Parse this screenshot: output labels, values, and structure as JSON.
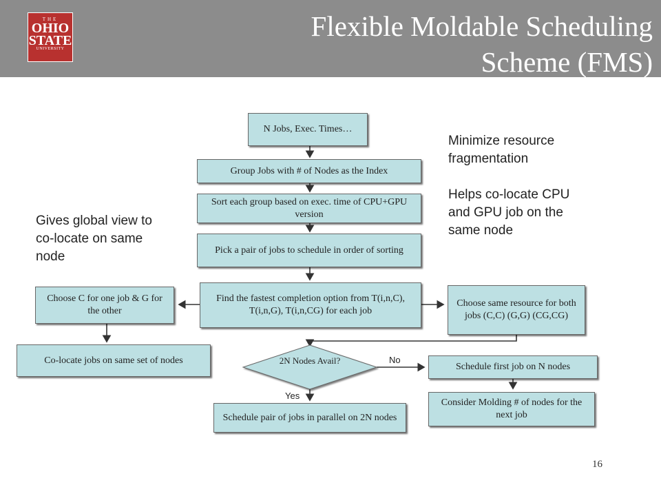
{
  "header": {
    "logo_line1": "THE",
    "logo_line2": "OHIO",
    "logo_line3": "STATE",
    "logo_line4": "UNIVERSITY",
    "title_line1": "Flexible Moldable Scheduling",
    "title_line2": "Scheme (FMS)"
  },
  "flow": {
    "input": "N Jobs, Exec. Times…",
    "group": "Group Jobs with # of Nodes as the Index",
    "sort": "Sort each group based on exec. time of CPU+GPU version",
    "pick": "Pick a pair of jobs to schedule in order of sorting",
    "find": "Find the fastest completion option from T(i,n,C), T(i,n,G), T(i,n,CG) for each job",
    "choose_cg": "Choose C for one job & G for the other",
    "colocate": "Co-locate jobs on same set of nodes",
    "choose_same": "Choose same resource for both jobs (C,C) (G,G) (CG,CG)",
    "decision": "2N Nodes Avail?",
    "no_label": "No",
    "yes_label": "Yes",
    "schedule_first": "Schedule first job on N nodes",
    "molding": "Consider Molding # of nodes for the next job",
    "parallel": "Schedule pair of jobs in parallel on 2N nodes"
  },
  "notes": {
    "fragmentation": "Minimize resource fragmentation",
    "colocate_cpu_gpu": "Helps co-locate CPU and GPU job on the same node",
    "global_view": "Gives global view to co-locate on same node"
  },
  "page_number": "16",
  "colors": {
    "header": "#8c8c8c",
    "logo": "#b8312f",
    "box_fill": "#bde0e3"
  }
}
